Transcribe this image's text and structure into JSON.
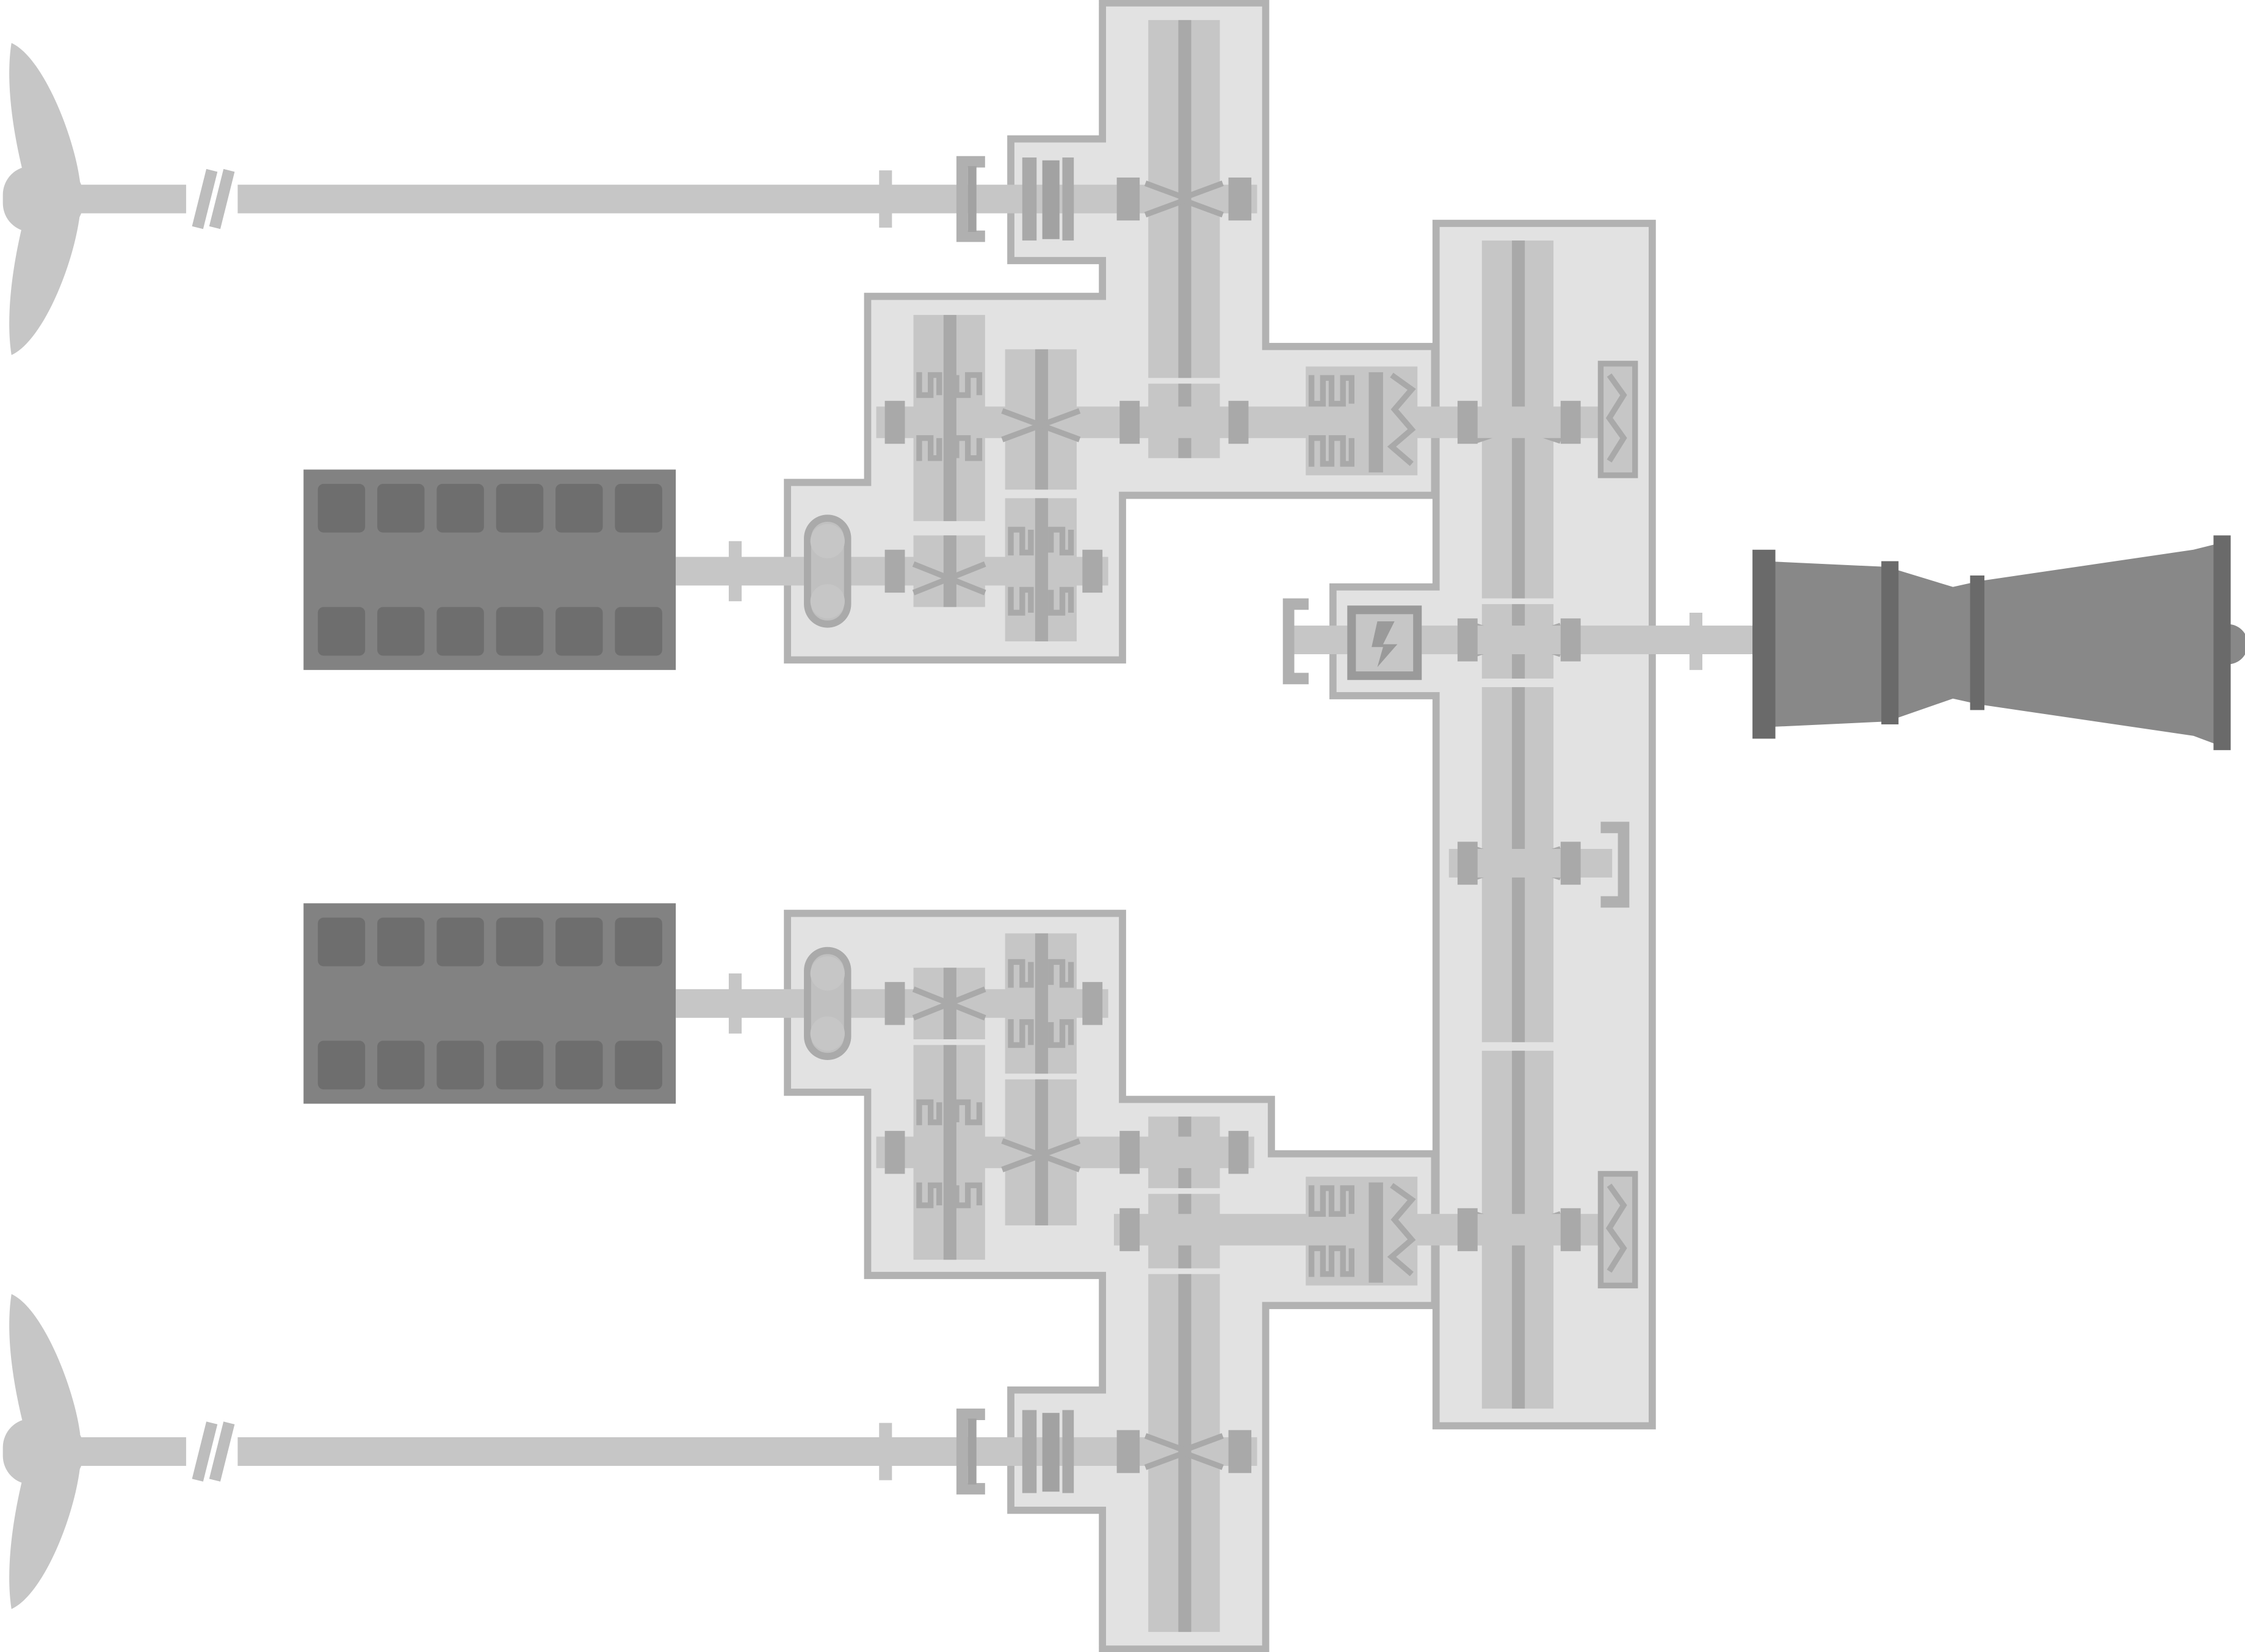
{
  "diagram": {
    "kind": "marine CODAG propulsion plant schematic",
    "colors": {
      "housing_fill": "#e2e2e2",
      "housing_stroke": "#b2b2b2",
      "shaft": "#c6c6c6",
      "gear_core": "#a9a9a9",
      "diesel_engine": "#828282",
      "cylinder": "#6e6e6e",
      "gas_turbine": "#888888",
      "propeller": "#c6c6c6"
    },
    "components": {
      "propellers": [
        "propeller-upper",
        "propeller-lower"
      ],
      "diesel_engines": [
        "diesel-engine-upper",
        "diesel-engine-lower"
      ],
      "gas_turbines": [
        "gas-turbine"
      ],
      "motors": [
        "electric-motor"
      ],
      "cylinders_per_engine": 12
    }
  }
}
